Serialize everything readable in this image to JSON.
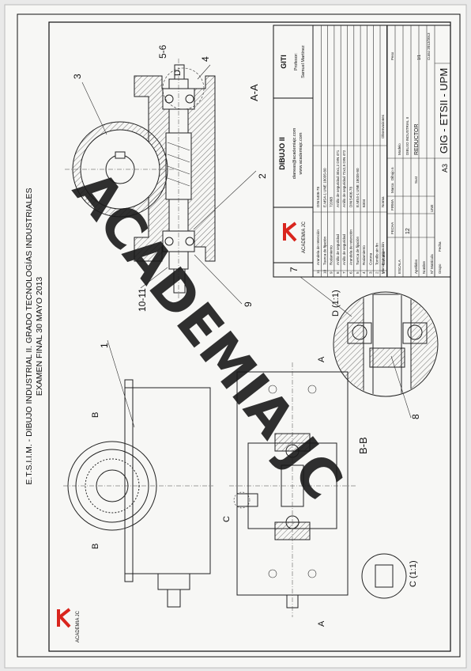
{
  "header": {
    "line1": "E.T.S.I.I.M. -  DIBUJO INDUSTRIAL II. GRADO TECNOLOGÍAS INDUSTRIALES",
    "line2": "EXAMEN FINAL   30 MAYO 2013"
  },
  "watermark": "ACADEMIA JC",
  "logo": {
    "name": "ACADEMIA JC",
    "accent": "#d9251d"
  },
  "callouts": {
    "c1": "1",
    "c2": "2",
    "c3": "3",
    "c4": "4",
    "c56": "5-6",
    "c7": "7",
    "c8": "8",
    "c9": "9",
    "c1011": "10-11"
  },
  "views": {
    "aa": "A-A",
    "bb": "B-B",
    "detail_d": "D (1:1)",
    "detail_c": "C (1:1)",
    "d": "D",
    "c": "C",
    "a": "A",
    "b": "B"
  },
  "parts_list": {
    "headers": [
      "Marca",
      "Denominación",
      "Norma",
      "Observaciones"
    ],
    "rows": [
      [
        "11",
        "Arandela de retención",
        "DIN 5406-78",
        ""
      ],
      [
        "10",
        "Tuerca de fijación",
        "E.MS4-1 UNE 18035-80",
        ""
      ],
      [
        "9",
        "Rodamiento",
        "7206B",
        ""
      ],
      [
        "8",
        "Anillo de seguridad",
        "Anillo de seguridad 30x1,2  DIN 471",
        ""
      ],
      [
        "7",
        "Anillo de seguridad",
        "Anillo de seguridad 72x2,5  DIN 472",
        ""
      ],
      [
        "6",
        "Arandela de retención",
        "DIN 5406-78",
        ""
      ],
      [
        "5",
        "Tuerca de fijación",
        "E.MS4-1 UNE 18035-80",
        ""
      ],
      [
        "4",
        "Rodamiento",
        "6304",
        ""
      ],
      [
        "3",
        "Corona",
        "",
        ""
      ],
      [
        "2",
        "Tornillo sin fin",
        "",
        ""
      ],
      [
        "1",
        "Carcasa",
        "",
        ""
      ]
    ]
  },
  "title_block": {
    "dibujo": "DIBUJO II",
    "email": "dianeas@academiajc.com",
    "web": "www.academiajc.com",
    "school": "GITI",
    "profesor_label": "Profesor:",
    "profesor": "Samuel Martínez",
    "fecha": "FECHA",
    "firma": "FIRMA",
    "dibujo_n": "Dibujo n",
    "marca": "Marca",
    "sust": "Sust",
    "escala": "ESCALA",
    "escala_val": "12",
    "apellidos": "Apellidos",
    "nombre": "Nombre",
    "matricula": "Nº Matrícula",
    "grupo": "Grupo",
    "fecha2": "Fecha",
    "une": "UNE",
    "modelo": "Modelo",
    "modelo_val": "DIBUJO INDUSTRIAL II",
    "titulo": "REDUCTOR",
    "format": "A3",
    "code": "GIG - ETSII - UPM",
    "peso": "Peso",
    "curso": "Curso 2012/2013",
    "hoja": "1/1"
  }
}
